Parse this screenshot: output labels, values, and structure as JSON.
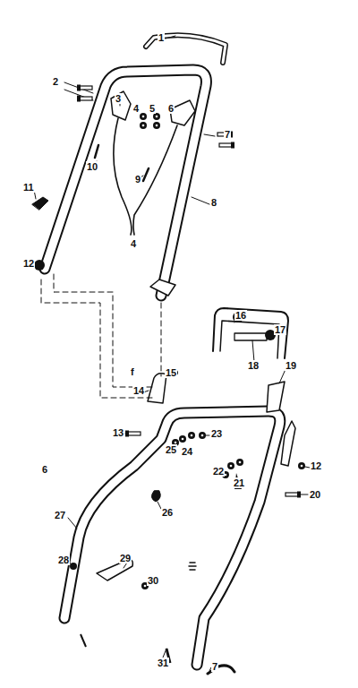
{
  "diagram": {
    "labels": [
      "1",
      "2",
      "3",
      "4",
      "5",
      "6",
      "7",
      "10",
      "9",
      "8",
      "4",
      "11",
      "12",
      "16",
      "17",
      "f",
      "15",
      "18",
      "19",
      "14",
      "13",
      "23",
      "25",
      "24",
      "22",
      "21",
      "12",
      "20",
      "6",
      "26",
      "27",
      "28",
      "29",
      "30",
      "31",
      "7"
    ]
  }
}
